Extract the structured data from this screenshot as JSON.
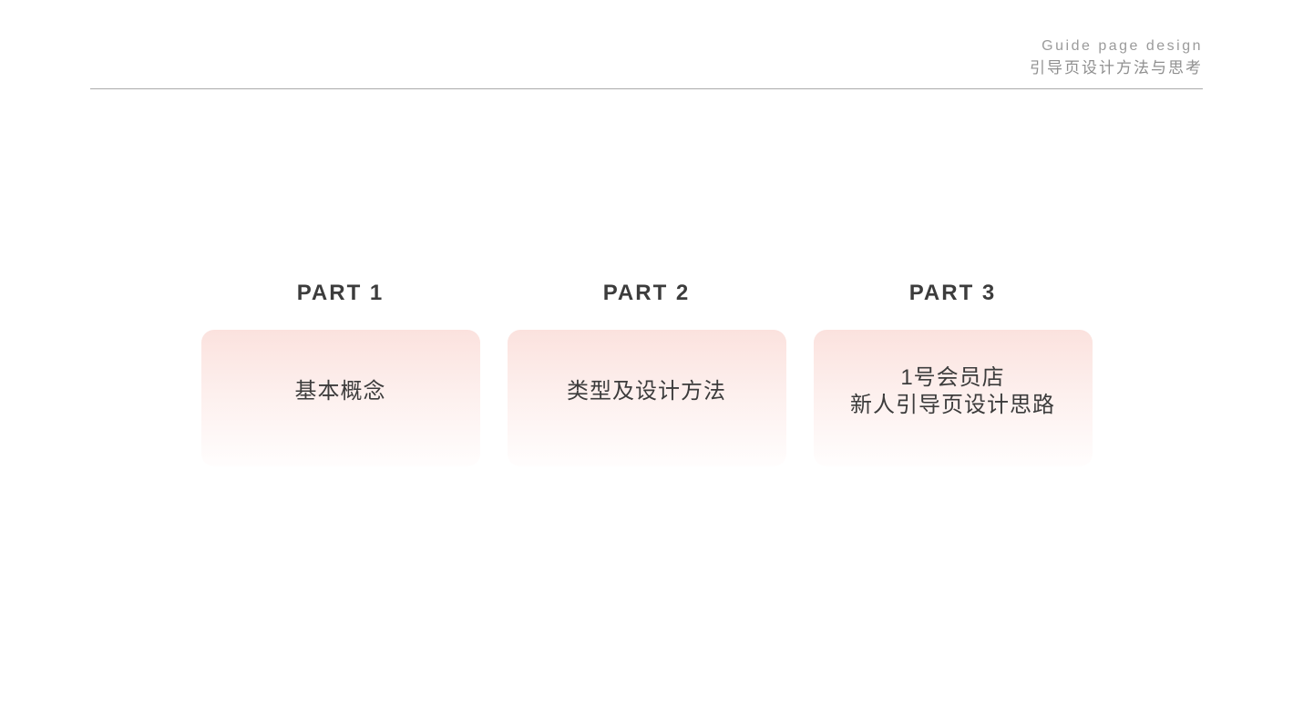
{
  "header": {
    "title": "Guide page design",
    "subtitle": "引导页设计方法与思考"
  },
  "parts": [
    {
      "label": "PART 1",
      "lines": [
        "基本概念"
      ]
    },
    {
      "label": "PART 2",
      "lines": [
        "类型及设计方法"
      ]
    },
    {
      "label": "PART 3",
      "lines": [
        "1号会员店",
        "新人引导页设计思路"
      ]
    }
  ],
  "colors": {
    "background": "#ffffff",
    "header_text_en": "#9b9b9b",
    "header_text_zh": "#8f8f8f",
    "divider": "#ababab",
    "heading_text": "#3c3c3c",
    "card_text": "#3c3c3c",
    "card_gradient_top": "#fbe2de",
    "card_gradient_bottom": "#fffdfd"
  }
}
